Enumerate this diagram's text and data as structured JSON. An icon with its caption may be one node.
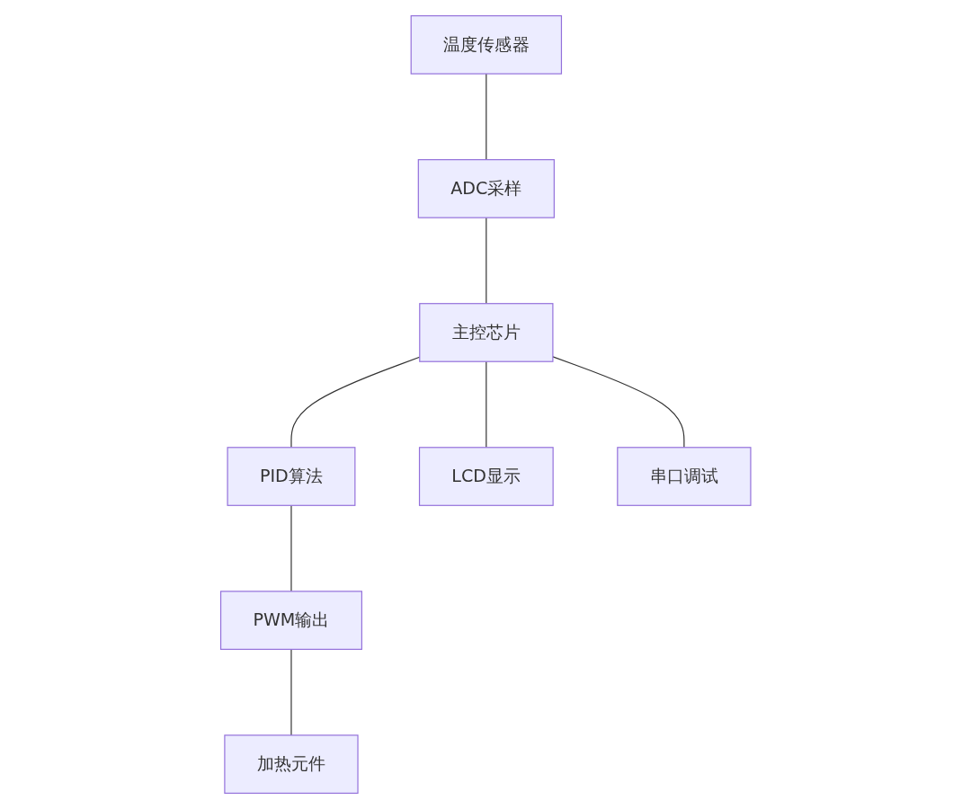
{
  "diagram": {
    "nodes": [
      {
        "text": [
          "温度传感器"
        ]
      },
      {
        "text": [
          "ADC采样"
        ]
      },
      {
        "text": [
          "主控芯片"
        ]
      },
      {
        "text": [
          "PID算法"
        ]
      },
      {
        "text": [
          "LCD显示"
        ]
      },
      {
        "text": [
          "串口调试"
        ]
      },
      {
        "text": [
          "PWM输出"
        ]
      },
      {
        "text": [
          "加热元件"
        ]
      }
    ],
    "edges": [
      {
        "from": 0,
        "to": 1,
        "arrow": "none"
      },
      {
        "from": 1,
        "to": 2,
        "arrow": "none"
      },
      {
        "from": 2,
        "to": 3,
        "arrow": "none"
      },
      {
        "from": 2,
        "to": 4,
        "arrow": "none"
      },
      {
        "from": 2,
        "to": 5,
        "arrow": "none"
      },
      {
        "from": 3,
        "to": 6,
        "arrow": "none"
      },
      {
        "from": 6,
        "to": 7,
        "arrow": "none"
      }
    ]
  }
}
